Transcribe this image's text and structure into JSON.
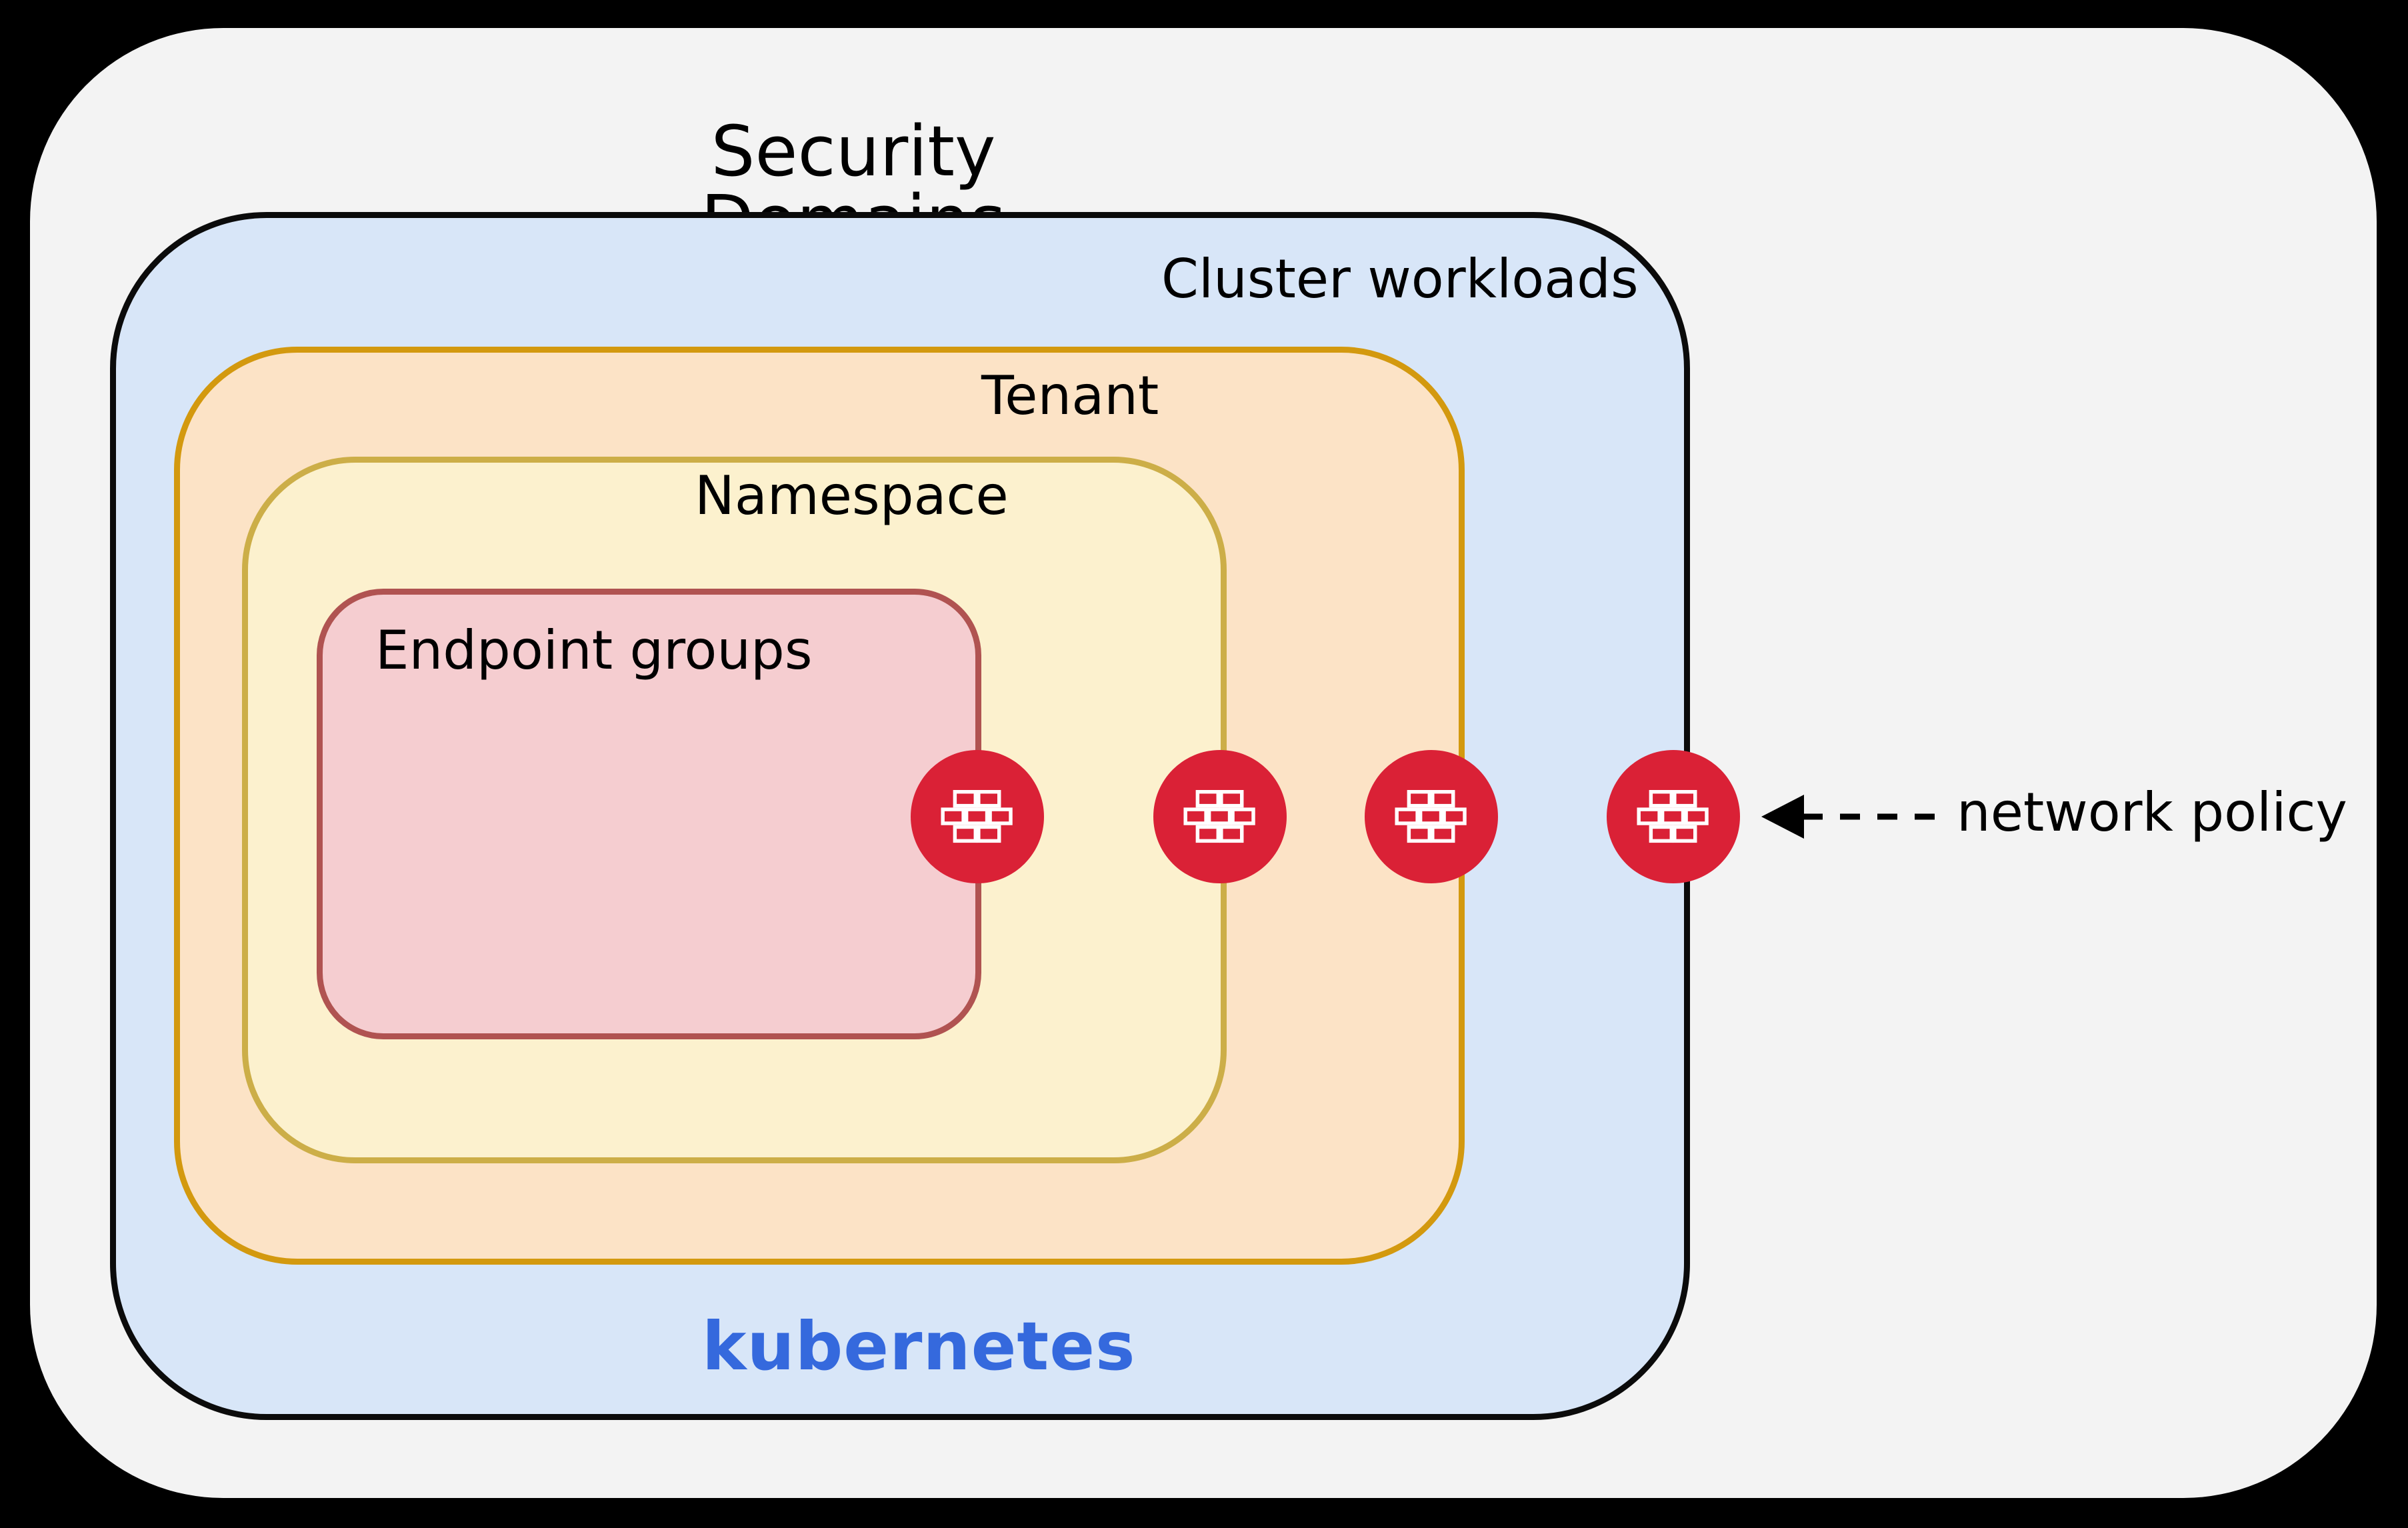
{
  "diagram": {
    "title": "Security Domains",
    "layers": [
      {
        "name": "cluster",
        "label": "Cluster workloads",
        "brand": "kubernetes"
      },
      {
        "name": "tenant",
        "label": "Tenant"
      },
      {
        "name": "namespace",
        "label": "Namespace"
      },
      {
        "name": "endpoint_groups",
        "label": "Endpoint groups"
      }
    ],
    "annotation": {
      "label": "network policy",
      "icon": "firewall-brick-icon",
      "firewall_count": 4,
      "arrow_style": "dashed-left"
    },
    "colors": {
      "canvas-bg": "#000000",
      "panel-bg": "#f3f3f3",
      "cluster-fill": "#d8e6f8",
      "cluster-border": "#0b0b0b",
      "tenant-fill": "#fce3c6",
      "tenant-border": "#d3990f",
      "namespace-fill": "#fcf1ce",
      "namespace-border": "#ccae48",
      "endpoint-fill": "#f5cdd0",
      "endpoint-border": "#b05351",
      "firewall-red": "#da2136",
      "kubernetes-blue": "#3569dd",
      "text": "#000000"
    }
  }
}
